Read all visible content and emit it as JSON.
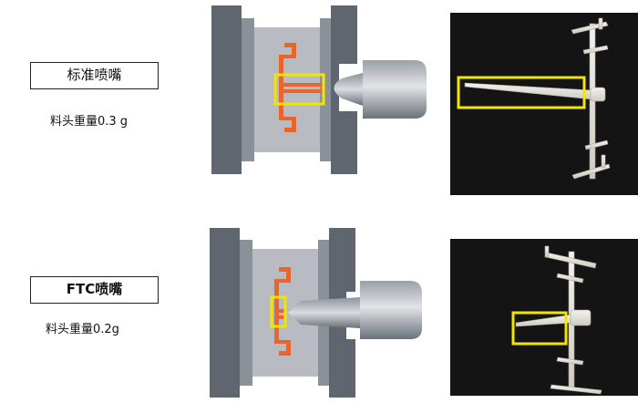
{
  "rows": [
    {
      "nozzle_label": "标准喷嘴",
      "sprue_weight": "料头重量0.3 g"
    },
    {
      "nozzle_label": "FTC喷嘴",
      "sprue_weight": "料头重量0.2g"
    }
  ],
  "colors": {
    "mold_dark": "#5f6670",
    "mold_mid": "#8b9199",
    "mold_light": "#b8bcc2",
    "cavity": "#e8662c",
    "highlight": "#f2e600",
    "photo_bg": "#141414",
    "part": "#e9e6df"
  }
}
